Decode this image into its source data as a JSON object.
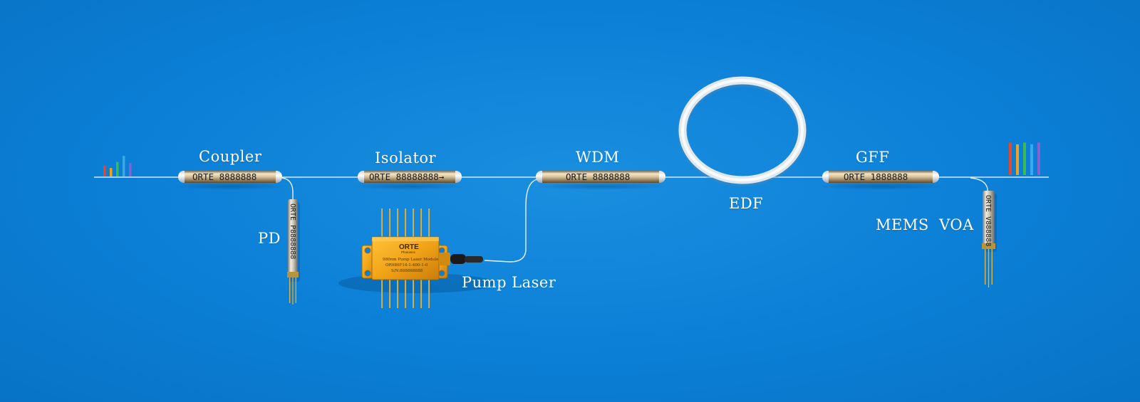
{
  "labels": {
    "coupler": "Coupler",
    "isolator": "Isolator",
    "wdm": "WDM",
    "gff": "GFF",
    "pd": "PD",
    "edf": "EDF",
    "mems_voa": "MEMS  VOA",
    "pump_laser": "Pump Laser"
  },
  "device_markings": {
    "coupler": "ORTE 8888888",
    "isolator": "ORTE 88888888→",
    "wdm": "ORTE 8888888",
    "gff": "ORTE 1888888",
    "pd": "ORTE P8888888",
    "voa": "ORTE V888888"
  },
  "pump_module": {
    "logo": "ORTE",
    "logo_sub": "Photonics",
    "line1": "980nm Pump Laser Module",
    "line2": "OR980F14-1-400-1-0",
    "line3": "S/N:888888888"
  },
  "colors": {
    "background": "#0b7fd6",
    "fiber": "#e8f2fb",
    "tube_metal": "#c8b48a",
    "chip_gold": "#f2a418",
    "spectrum": [
      "#e8472a",
      "#f2a020",
      "#3dbb4f",
      "#3aa8e8",
      "#8a5fd0"
    ]
  },
  "spectra": {
    "input_heights": [
      0.45,
      0.35,
      0.6,
      0.85,
      0.55
    ],
    "output_heights": [
      0.95,
      0.9,
      0.95,
      0.9,
      0.95
    ]
  }
}
